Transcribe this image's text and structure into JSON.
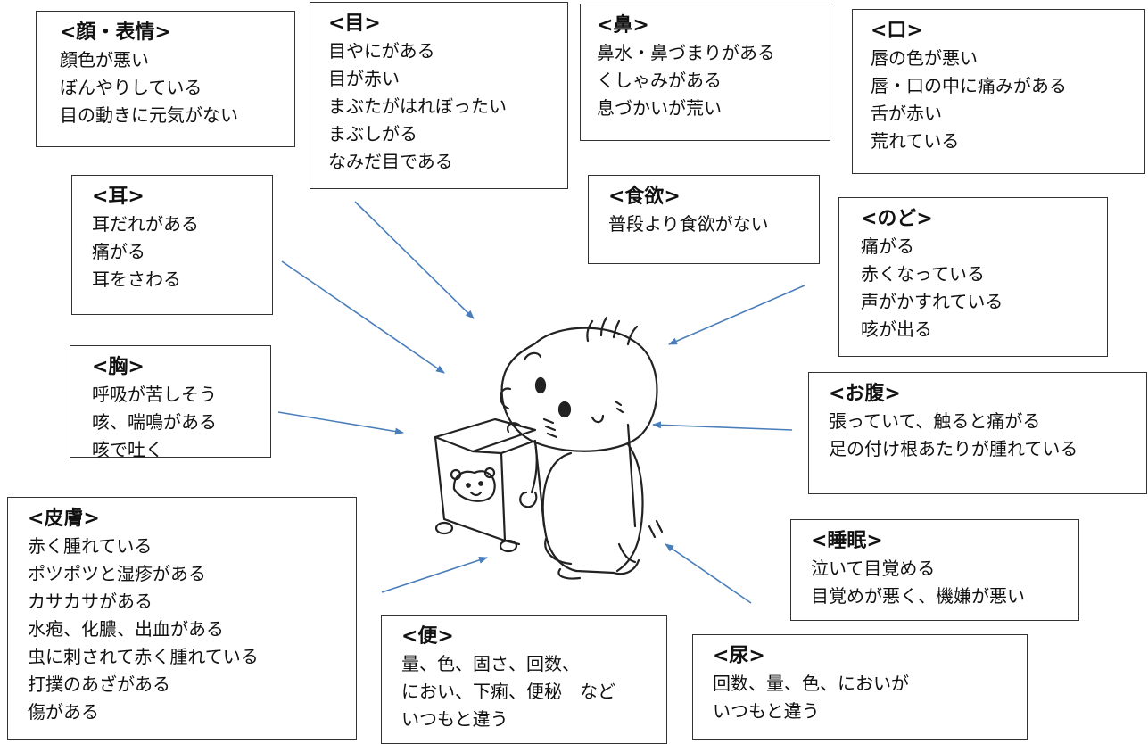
{
  "boxes": {
    "face": {
      "title": "<顔・表情>",
      "lines": [
        "顔色が悪い",
        "ぼんやりしている",
        "目の動きに元気がない"
      ]
    },
    "eyes": {
      "title": "<目>",
      "lines": [
        "目やにがある",
        "目が赤い",
        "まぶたがはれぼったい",
        "まぶしがる",
        "なみだ目である"
      ]
    },
    "nose": {
      "title": "<鼻>",
      "lines": [
        "鼻水・鼻づまりがある",
        "くしゃみがある",
        "息づかいが荒い"
      ]
    },
    "mouth": {
      "title": "<口>",
      "lines": [
        "唇の色が悪い",
        "唇・口の中に痛みがある",
        "舌が赤い",
        "荒れている"
      ]
    },
    "ear": {
      "title": "<耳>",
      "lines": [
        "耳だれがある",
        "痛がる",
        "耳をさわる"
      ]
    },
    "appetite": {
      "title": "<食欲>",
      "lines": [
        "普段より食欲がない"
      ]
    },
    "throat": {
      "title": "<のど>",
      "lines": [
        "痛がる",
        "赤くなっている",
        "声がかすれている",
        "咳が出る"
      ]
    },
    "chest": {
      "title": "<胸>",
      "lines": [
        "呼吸が苦しそう",
        "咳、喘鳴がある",
        "咳で吐く"
      ]
    },
    "belly": {
      "title": "<お腹>",
      "lines": [
        "張っていて、触ると痛がる",
        "足の付け根あたりが腫れている"
      ]
    },
    "skin": {
      "title": "<皮膚>",
      "lines": [
        "赤く腫れている",
        "ポツポツと湿疹がある",
        "カサカサがある",
        "水疱、化膿、出血がある",
        "虫に刺されて赤く腫れている",
        "打撲のあざがある",
        "傷がある"
      ]
    },
    "sleep": {
      "title": "<睡眠>",
      "lines": [
        "泣いて目覚める",
        "目覚めが悪く、機嫌が悪い"
      ]
    },
    "stool": {
      "title": "<便>",
      "lines": [
        "量、色、固さ、回数、",
        "におい、下痢、便秘　など",
        "いつもと違う"
      ]
    },
    "urine": {
      "title": "<尿>",
      "lines": [
        "回数、量、色、においが",
        "いつもと違う"
      ]
    }
  },
  "colors": {
    "arrow": "#4a7ebb",
    "border": "#333333",
    "drawing": "#222222"
  }
}
